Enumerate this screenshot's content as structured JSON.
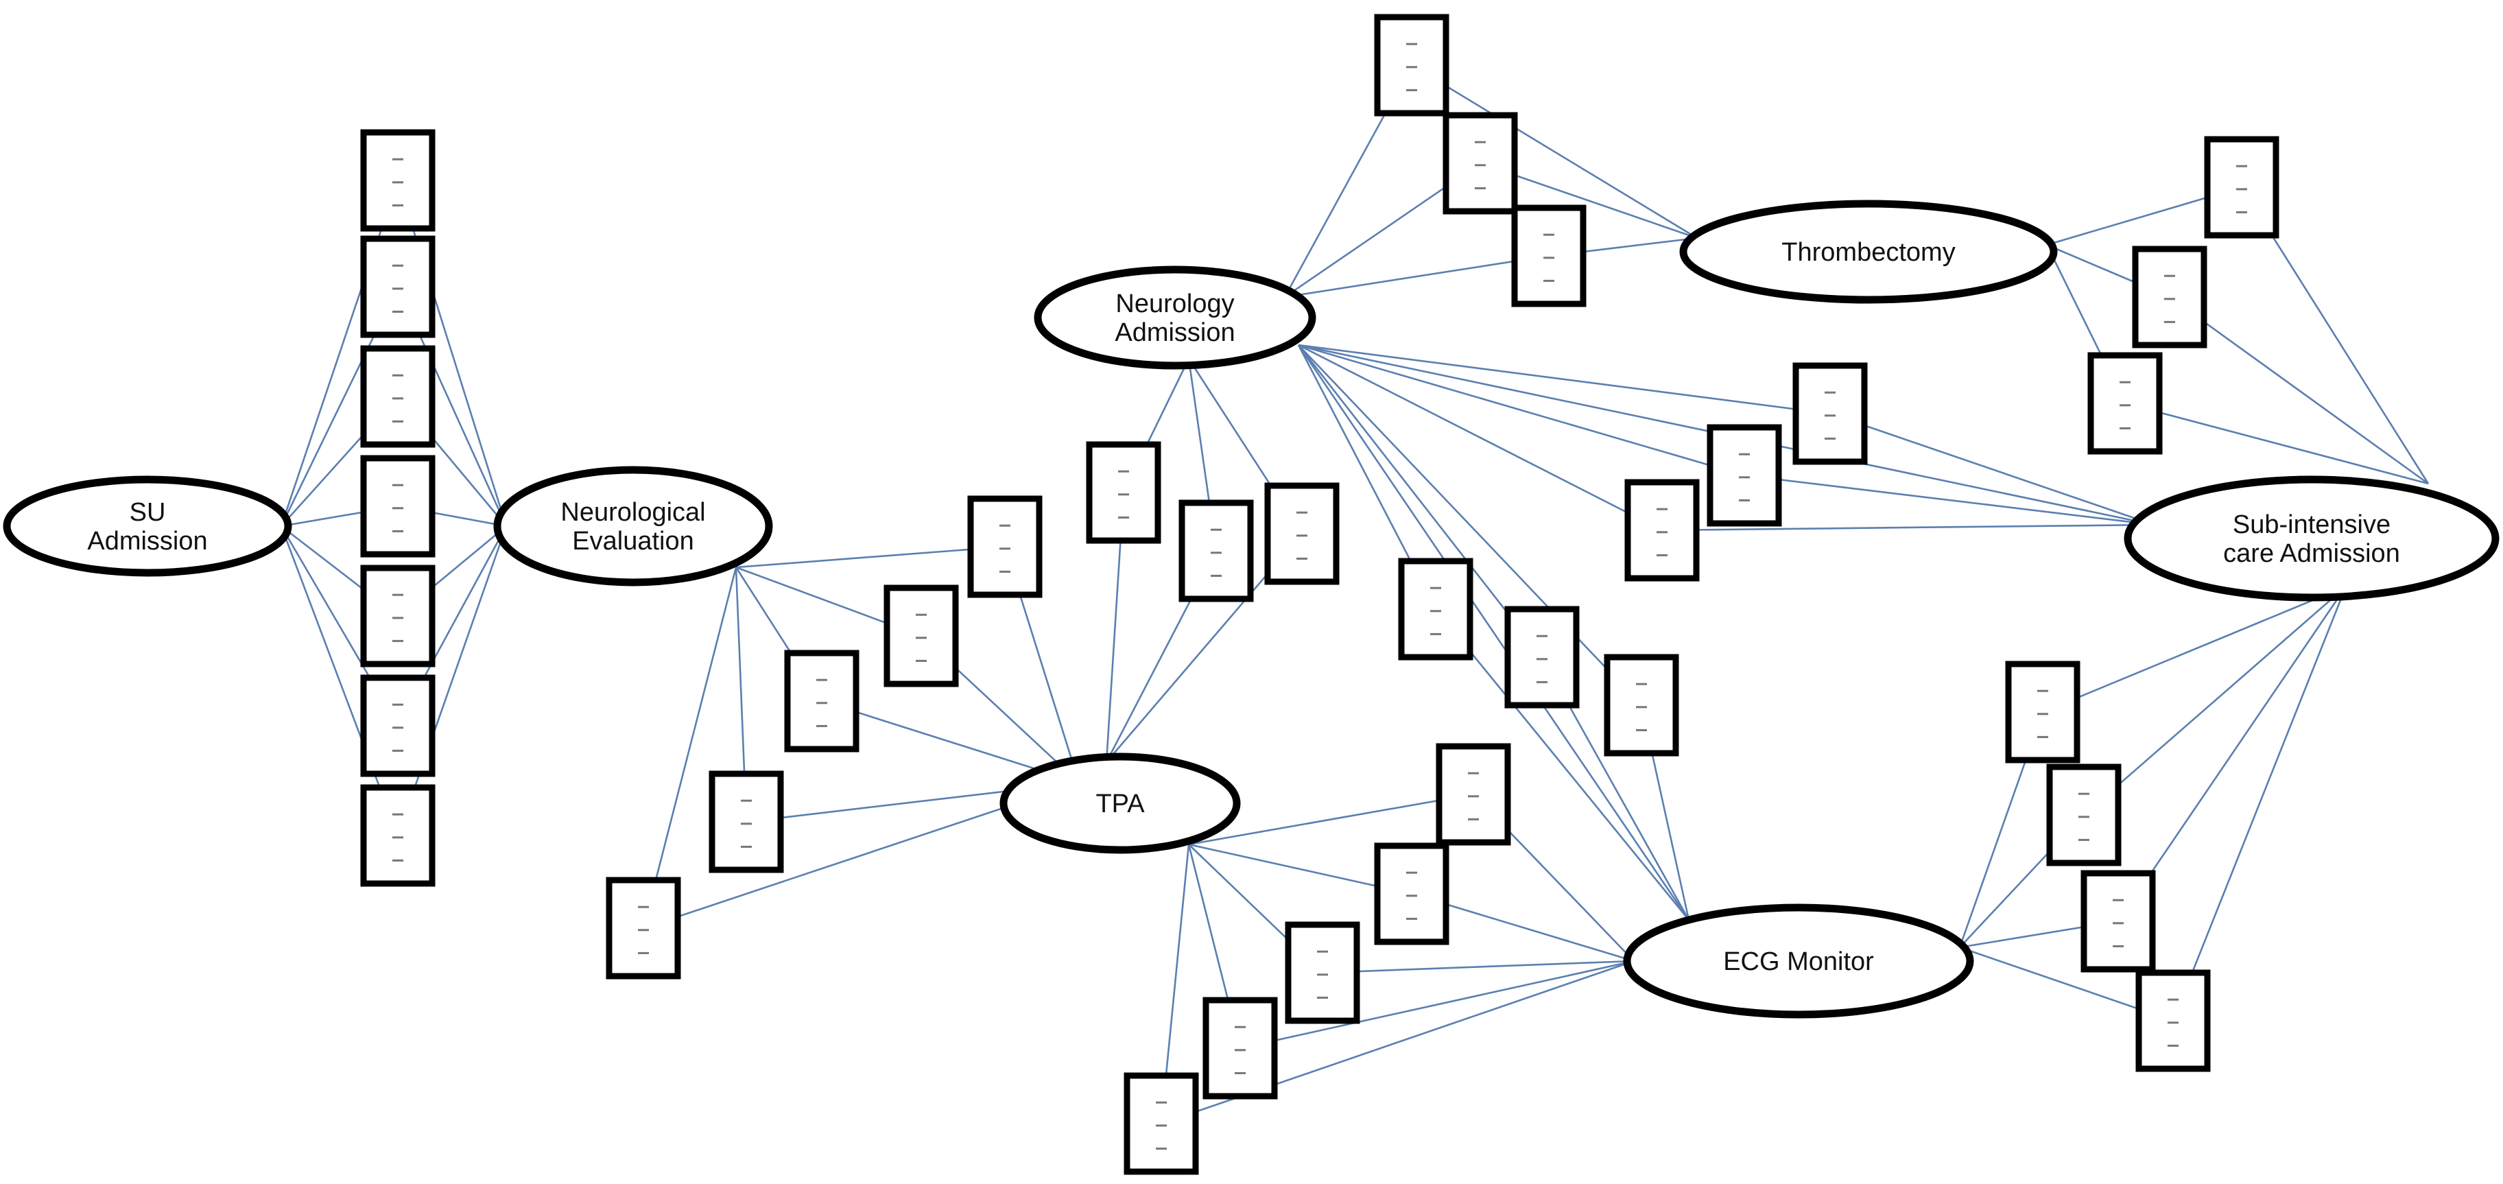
{
  "diagram": {
    "colors": {
      "edge": "#5b7fb0",
      "node_border": "#000000",
      "background": "#ffffff"
    },
    "nodes": [
      {
        "id": "su_admission",
        "lines": [
          "SU",
          "Admission"
        ]
      },
      {
        "id": "neuro_eval",
        "lines": [
          "Neurological",
          "Evaluation"
        ]
      },
      {
        "id": "neuro_adm",
        "lines": [
          "Neurology",
          "Admission"
        ]
      },
      {
        "id": "thrombectomy",
        "lines": [
          "Thrombectomy"
        ]
      },
      {
        "id": "tpa",
        "lines": [
          "TPA"
        ]
      },
      {
        "id": "ecg",
        "lines": [
          "ECG Monitor"
        ]
      },
      {
        "id": "subint",
        "lines": [
          "Sub-intensive",
          "care Admission"
        ]
      }
    ],
    "document_icon": "document-icon"
  }
}
